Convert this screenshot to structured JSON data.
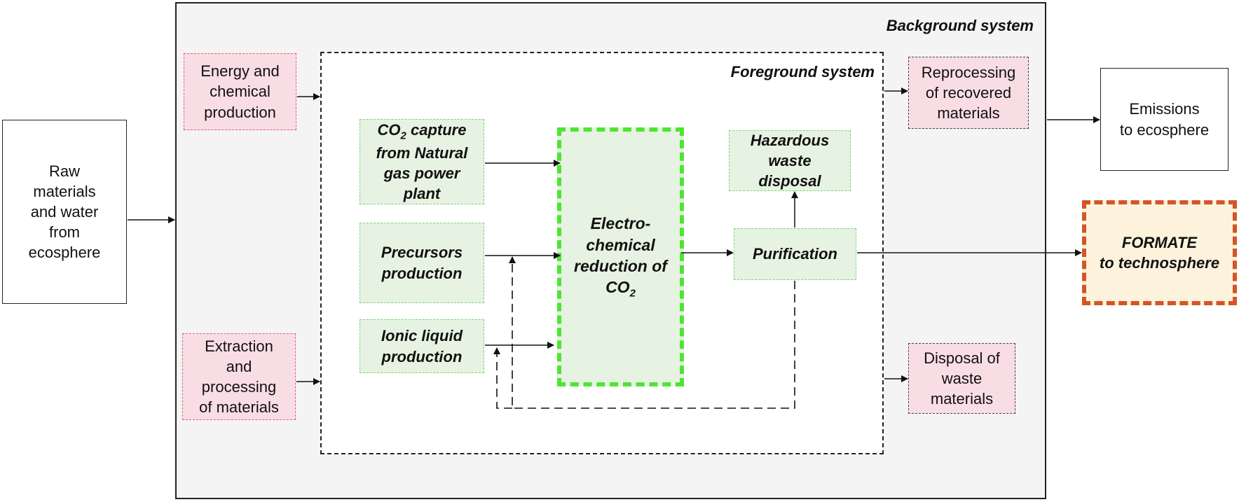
{
  "background_system": {
    "title": "Background system"
  },
  "foreground_system": {
    "title": "Foreground system"
  },
  "nodes": {
    "raw_materials": "Raw\nmaterials\nand water\nfrom\necosphere",
    "energy_chemical": "Energy and\nchemical\nproduction",
    "extraction": "Extraction\nand\nprocessing\nof materials",
    "co2_capture_prefix": "CO",
    "co2_capture_sub": "2",
    "co2_capture_suffix": " capture",
    "co2_capture_rest": "from Natural\ngas power\nplant",
    "precursors": "Precursors\nproduction",
    "ionic_liquid": "Ionic liquid\nproduction",
    "electro_main": "Electro-\nchemical\nreduction of",
    "electro_co": "CO",
    "electro_sub": "2",
    "hazardous": "Hazardous\nwaste\ndisposal",
    "purification": "Purification",
    "reprocessing": "Reprocessing\nof recovered\nmaterials",
    "disposal": "Disposal of\nwaste\nmaterials",
    "emissions": "Emissions\nto ecosphere",
    "formate_line1": "FORMATE",
    "formate_line2": "to technosphere"
  }
}
